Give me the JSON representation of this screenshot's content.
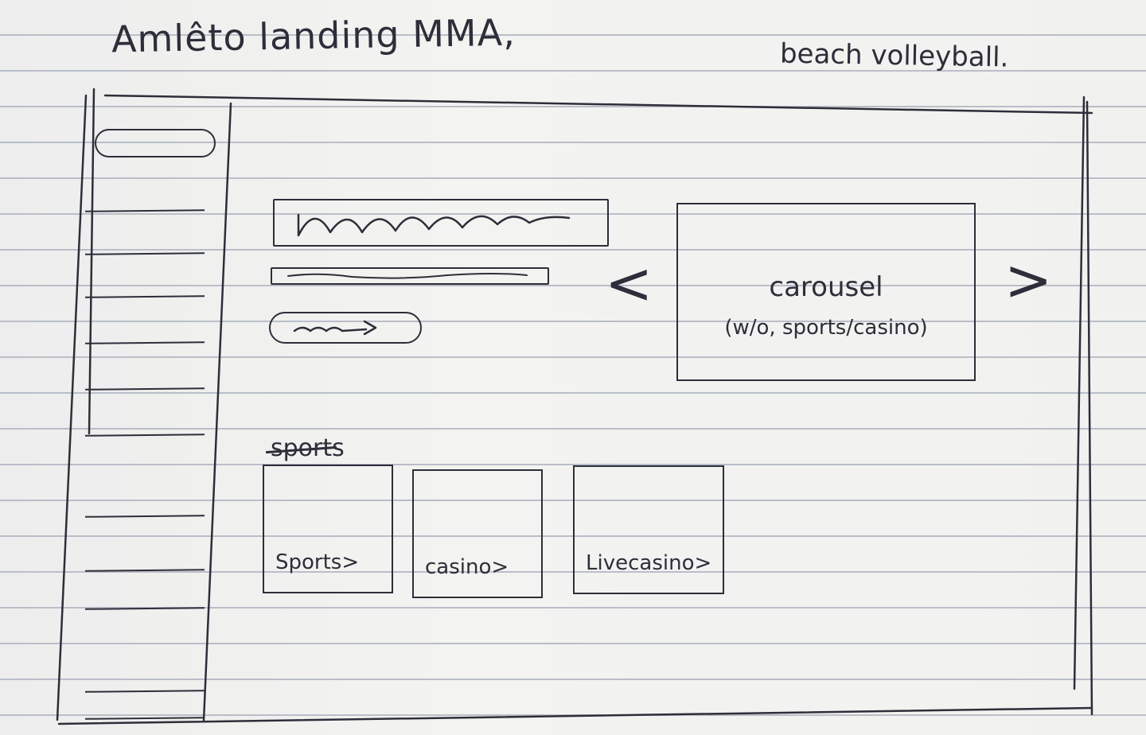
{
  "note": {
    "title": "Amlêto landing MMA,",
    "subtitle": "beach volleyball."
  },
  "carousel": {
    "label": "carousel",
    "caption": "(w/o, sports/casino)",
    "prev_icon": "chevron-left-icon",
    "next_icon": "chevron-right-icon",
    "prev_glyph": "<",
    "next_glyph": ">"
  },
  "section": {
    "heading": "sports"
  },
  "cards": [
    {
      "label": "Sports>"
    },
    {
      "label": "casino>"
    },
    {
      "label": "Livecasino>"
    }
  ]
}
